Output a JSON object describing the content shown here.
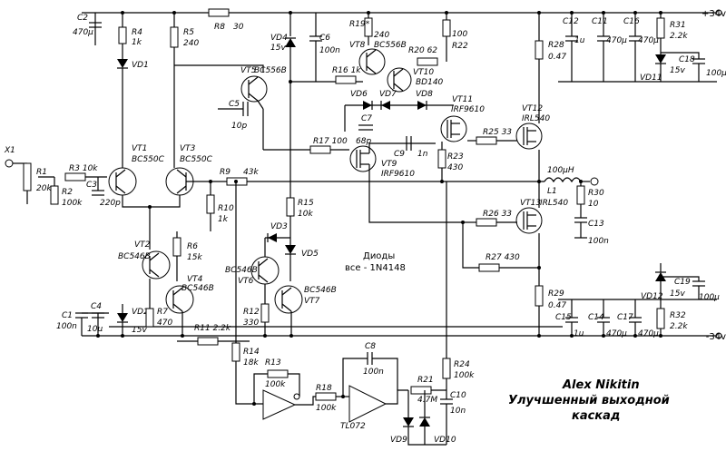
{
  "rails": {
    "pos": "+34v",
    "neg": "-34v"
  },
  "note": {
    "line1": "Диоды",
    "line2": "все - 1N4148"
  },
  "author": {
    "name": "Alex Nikitin",
    "line1": "Улучшенный выходной",
    "line2": "каскад"
  },
  "labels": {
    "c2": "C2",
    "c2v": "470μ",
    "r4": "R4",
    "r4v": "1k",
    "vd1": "VD1",
    "r5": "R5",
    "r5v": "240",
    "r8": "R8",
    "r8v": "30",
    "vd4": "VD4",
    "vd4v": "15v",
    "c6": "C6",
    "c6v": "100n",
    "r19": "R19*",
    "r19v": "240",
    "vt8": "VT8",
    "vt8t": "BC556B",
    "r20": "R20 62",
    "r22": "R22",
    "r22v": "100",
    "r16": "R16 1k",
    "vt10": "VT10",
    "vt10t": "BD140",
    "vt5": "VT5",
    "vt5t": "BC556B",
    "c5": "C5",
    "c5v": "10p",
    "vd6": "VD6",
    "vd7": "VD7",
    "vd8": "VD8",
    "c7": "C7",
    "c7v": "68p",
    "vt11": "VT11",
    "vt11t": "IRF9610",
    "r25": "R25 33",
    "vt12": "VT12",
    "vt12t": "IRL540",
    "r28": "R28",
    "r28v": "0.47",
    "c12": "C12",
    "c12v": "1u",
    "c11": "C11",
    "c11v": "470μ",
    "c16": "C16",
    "c16v": "470μ",
    "r31": "R31",
    "r31v": "2.2k",
    "c18": "C18",
    "c18v": "100μ",
    "vd11": "VD11",
    "vd11v": "15v",
    "x1": "X1",
    "r1": "R1",
    "r1v": "20k",
    "r3": "R3 10k",
    "r2": "R2",
    "r2v": "100k",
    "c3": "C3",
    "c3v": "220p",
    "vt1": "VT1",
    "vt1t": "BC550C",
    "vt3": "VT3",
    "vt3t": "BC550C",
    "r9": "R9",
    "r9v": "43k",
    "r17": "R17 100",
    "vt9": "VT9",
    "vt9t": "IRF9610",
    "c9": "C9",
    "c9v": "1n",
    "r23": "R23",
    "r23v": "430",
    "l1v": "100μH",
    "l1": "L1",
    "r30": "R30",
    "r30v": "10",
    "c13": "C13",
    "c13v": "100n",
    "r10": "R10",
    "r10v": "1k",
    "r15": "R15",
    "r15v": "10k",
    "vd3": "VD3",
    "vd5": "VD5",
    "vt13": "VT13",
    "vt13t": "IRL540",
    "r26": "R26 33",
    "r27": "R27 430",
    "vt2": "VT2",
    "vt2t": "BC546B",
    "r6": "R6",
    "r6v": "15k",
    "vt4": "VT4",
    "vt4t": "BC546B",
    "vt6t": "BC546B",
    "vt6": "VT6",
    "vt7t": "BC546B",
    "vt7": "VT7",
    "r12": "R12",
    "r12v": "330",
    "c1": "C1",
    "c1v": "100n",
    "c4": "C4",
    "c4v": "10μ",
    "vd2": "VD2",
    "vd2v": "15v",
    "r7": "R7",
    "r7v": "470",
    "r11": "R11 2.2k",
    "r29": "R29",
    "r29v": "0.47",
    "c15": "C15",
    "c15v": "1u",
    "c14": "C14",
    "c14v": "470μ",
    "c17": "C17",
    "c17v": "470μ",
    "vd12": "VD12",
    "vd12v": "15v",
    "c19": "C19",
    "c19v": "100μ",
    "r32": "R32",
    "r32v": "2.2k",
    "r14": "R14",
    "r14v": "18k",
    "r13": "R13",
    "r13v": "100k",
    "r18": "R18",
    "r18v": "100k",
    "c8": "C8",
    "c8v": "100n",
    "tl072": "TL072",
    "r21": "R21",
    "r21v": "4.7M",
    "r24": "R24",
    "r24v": "100k",
    "c10": "C10",
    "c10v": "10n",
    "vd9": "VD9",
    "vd10": "VD10"
  }
}
